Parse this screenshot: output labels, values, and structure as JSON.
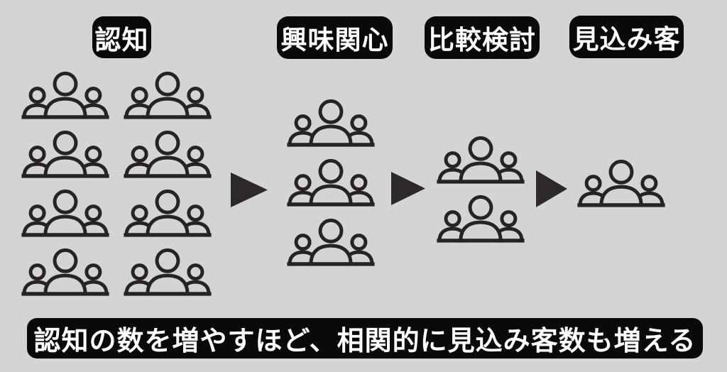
{
  "colors": {
    "background": "#d4d4d4",
    "label_background": "#0a0a0a",
    "label_text": "#ffffff",
    "icon_stroke": "#272324",
    "arrow_fill": "#2d292a"
  },
  "stages": [
    {
      "label": "認知",
      "group_count": 8
    },
    {
      "label": "興味関心",
      "group_count": 3
    },
    {
      "label": "比較検討",
      "group_count": 2
    },
    {
      "label": "見込み客",
      "group_count": 1
    }
  ],
  "icons": {
    "people_group": "people-group-icon",
    "arrow": "arrow-right-triangle-icon"
  },
  "caption": {
    "text": "認知の数を増やすほど、相関的に見込み客数も増える"
  }
}
